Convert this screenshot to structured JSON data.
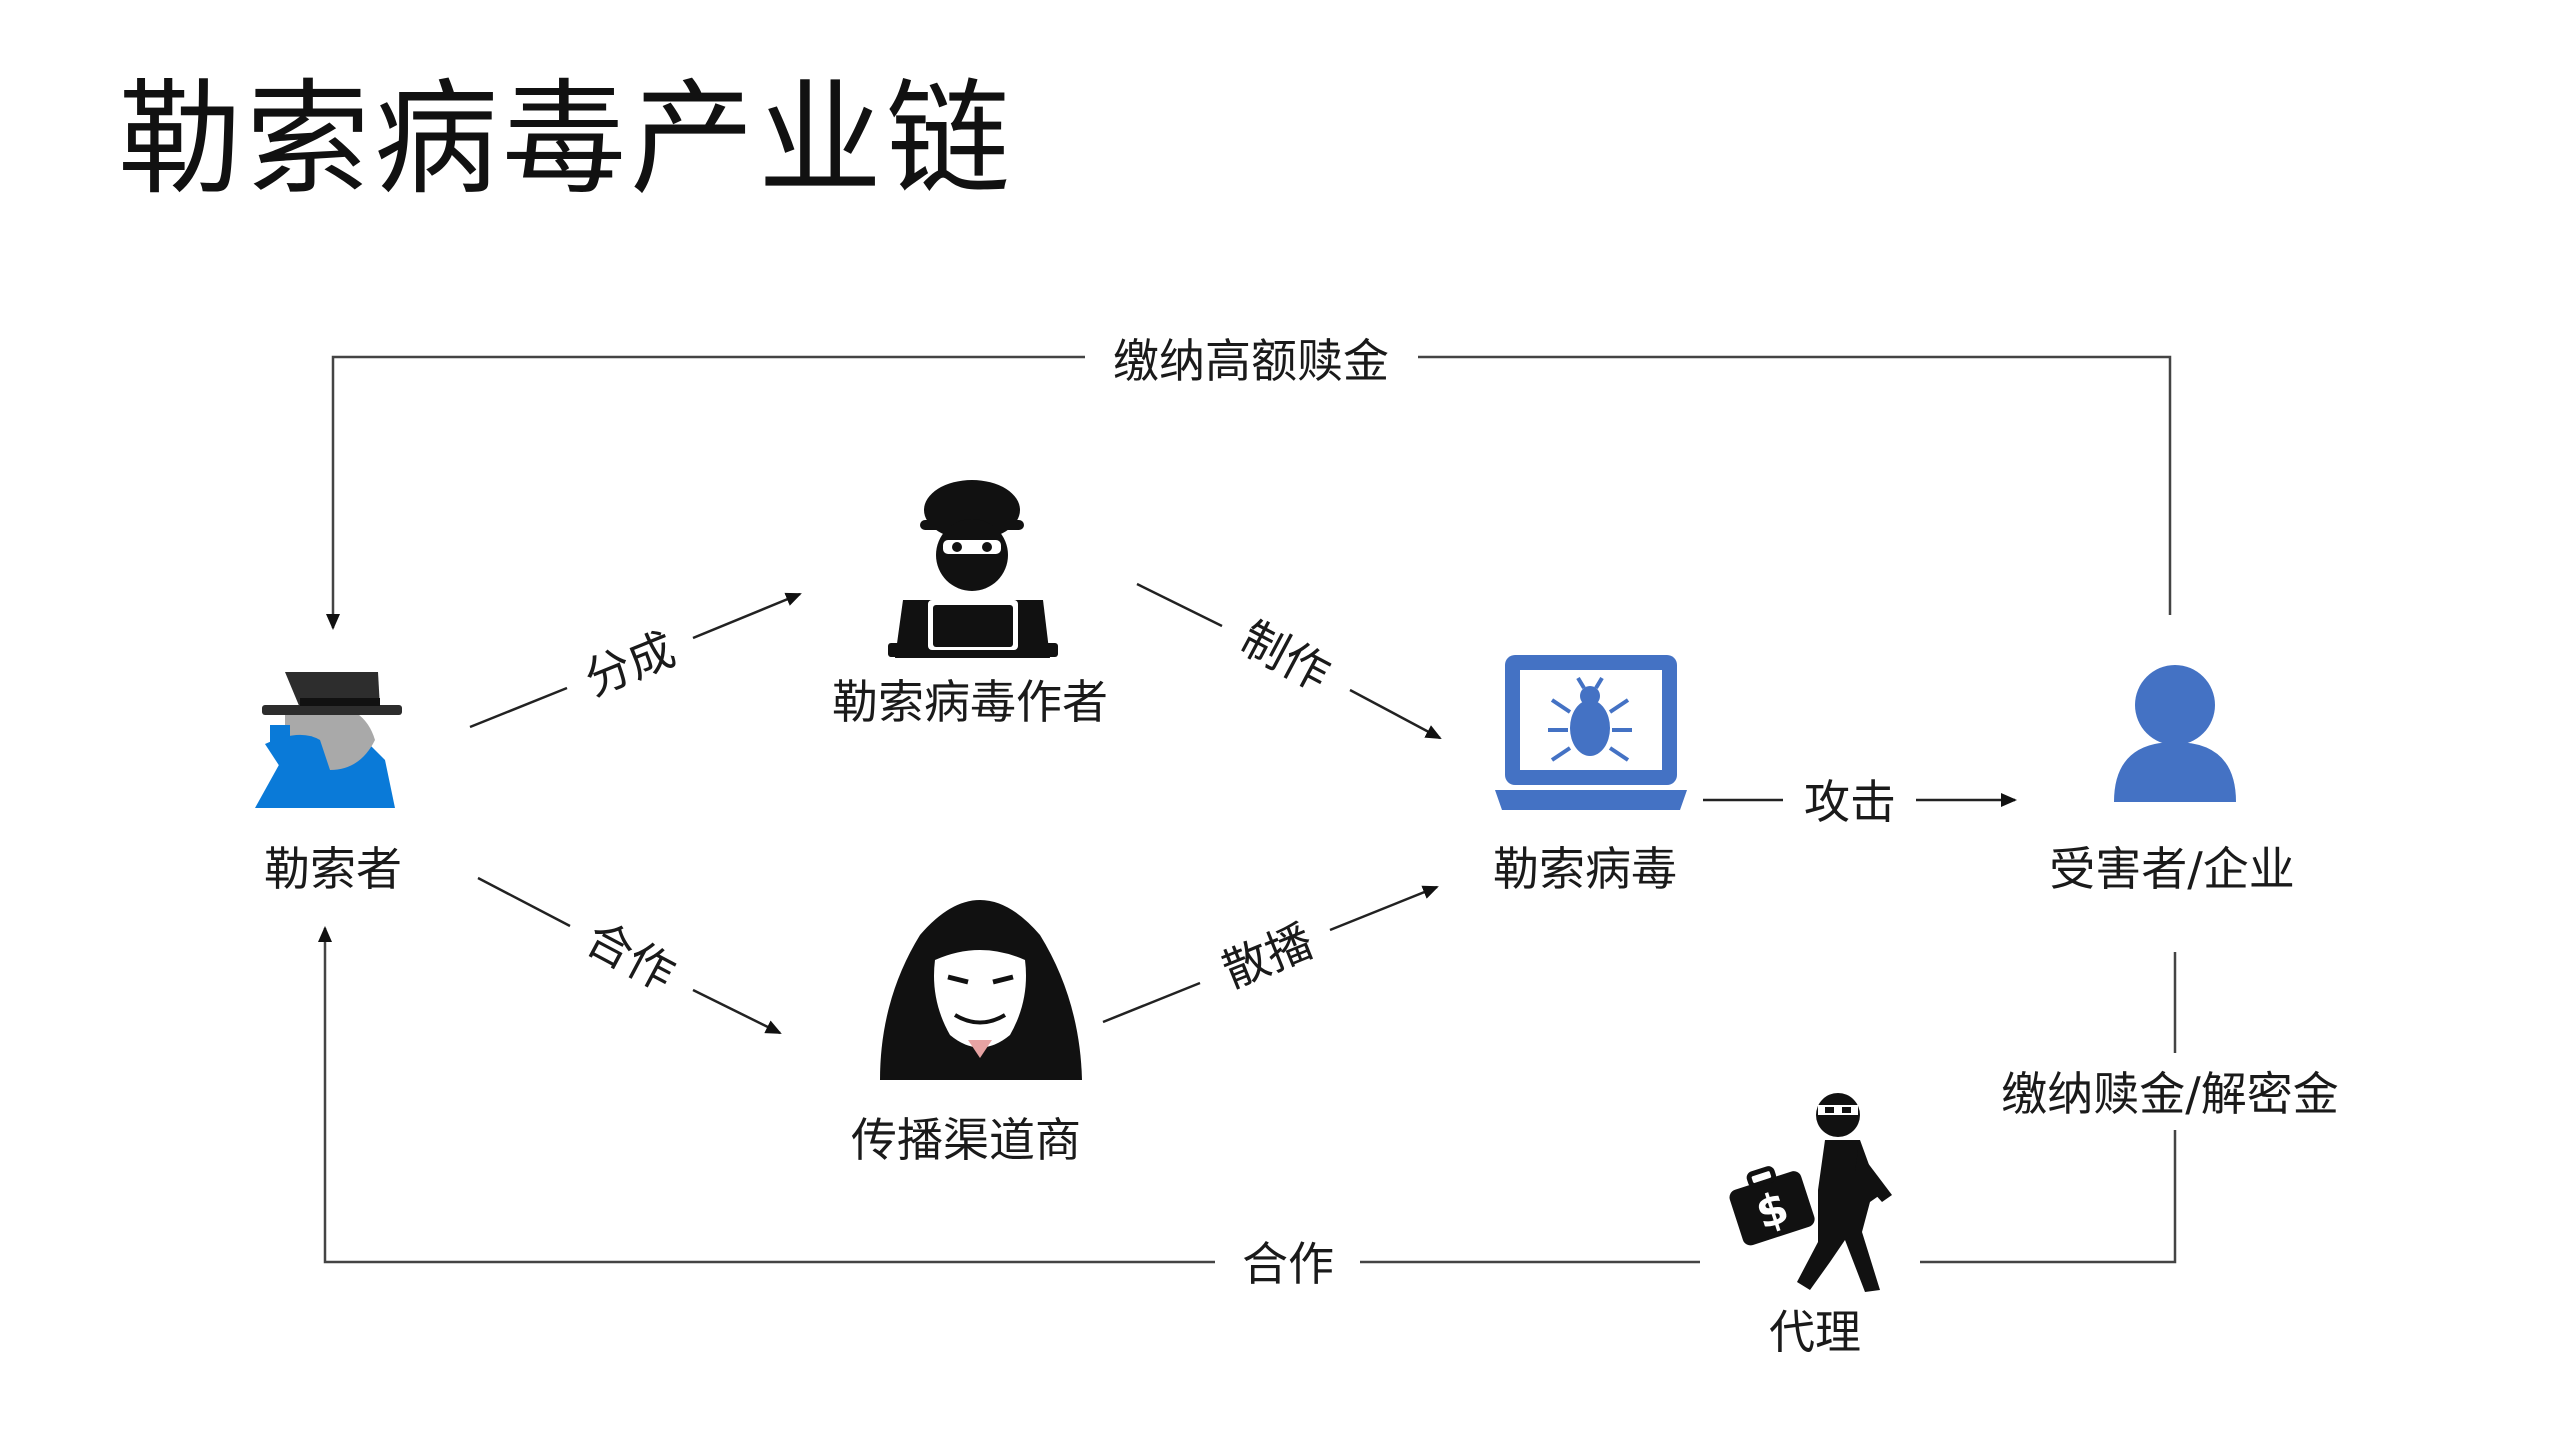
{
  "title": "勒索病毒产业链",
  "nodes": {
    "extortioner": {
      "label": "勒索者",
      "icon": "hat-hacker-icon"
    },
    "author": {
      "label": "勒索病毒作者",
      "icon": "masked-hacker-laptop-icon"
    },
    "distributor": {
      "label": "传播渠道商",
      "icon": "guy-fawkes-hooded-icon"
    },
    "virus": {
      "label": "勒索病毒",
      "icon": "laptop-bug-icon"
    },
    "victim": {
      "label": "受害者/企业",
      "icon": "person-icon"
    },
    "agent": {
      "label": "代理",
      "icon": "thief-money-bag-icon"
    }
  },
  "edges": {
    "ransom_high": "缴纳高额赎金",
    "share_profit": "分成",
    "cooperate_top": "合作",
    "make": "制作",
    "spread": "散播",
    "attack": "攻击",
    "pay_decrypt": "缴纳赎金/解密金",
    "cooperate_bottom": "合作"
  },
  "colors": {
    "blue_accent": "#4472c4",
    "line": "#333333",
    "icon_dark": "#111111"
  }
}
